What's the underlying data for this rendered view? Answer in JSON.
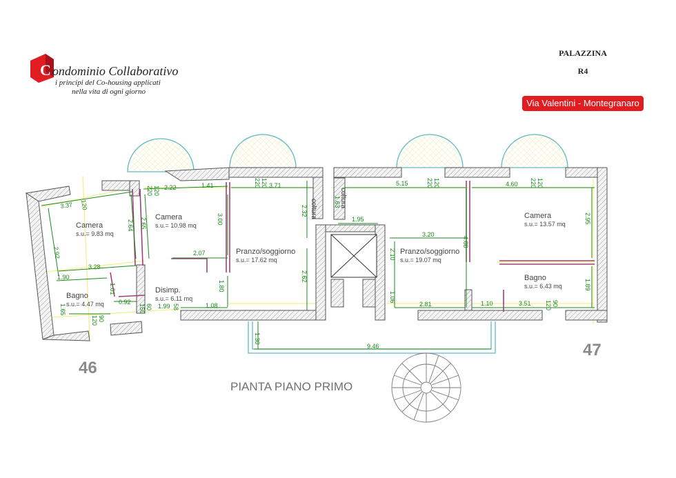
{
  "brand": {
    "logo_letter": "C",
    "title_rest": "ondominio Collaborativo",
    "tagline_1": "i principi del Co-housing applicati",
    "tagline_2": "nella vita di ogni giorno",
    "color": "#e11d22"
  },
  "building": {
    "label": "PALAZZINA",
    "code": "R4"
  },
  "address": "Via Valentini - Montegranaro",
  "plan_title": "PIANTA PIANO PRIMO",
  "unit_numbers": {
    "left": "46",
    "right": "47"
  },
  "colors": {
    "wall_fill": "#f2f2f2",
    "wall_stroke": "#555555",
    "dimension": "#1a8a1a",
    "balcony": "#5fb8c8",
    "guide": "#f2ee8a",
    "partition": "#a0407a"
  },
  "rooms": {
    "camera_left": {
      "name": "Camera",
      "area": "s.u.= 9.83 mq"
    },
    "camera_mid": {
      "name": "Camera",
      "area": "s.u.= 10.98 mq"
    },
    "bagno_left": {
      "name": "Bagno",
      "area": "s.u.= 4.47 mq"
    },
    "disimp": {
      "name": "Disimp.",
      "area": "s.u.= 6.11 mq"
    },
    "pranzo_left": {
      "name": "Pranzo/soggiorno",
      "area": "s.u.= 17.62 mq"
    },
    "pranzo_right": {
      "name": "Pranzo/soggiorno",
      "area": "s.u.= 19.07 mq"
    },
    "camera_right": {
      "name": "Camera",
      "area": "s.u.= 13.57 mq"
    },
    "bagno_right": {
      "name": "Bagno",
      "area": "s.u.= 6.43 mq"
    }
  },
  "labels": {
    "coltura_1": "coltura",
    "coltura_2": "coltura"
  },
  "dims": {
    "d_337": "3.37",
    "d_292": "2.92",
    "d_264": "2.64",
    "d_265": "2.65",
    "d_328": "3.28",
    "d_190": "1.90",
    "d_101": "1.01",
    "d_092": "0.92",
    "d_165": "1.65",
    "d_222": "2.22",
    "d_141": "1.41",
    "d_371": "3.71",
    "d_300": "3.00",
    "d_207": "2.07",
    "d_180": "1.80",
    "d_108": "1.08",
    "d_199": "1.99",
    "d_232": "2.32",
    "d_262": "2.62",
    "d_163": "1.63",
    "d_195": "1.95",
    "d_515": "5.15",
    "d_320": "3.20",
    "d_210": "2.10",
    "d_106": "1.06",
    "d_281": "2.81",
    "d_468": "4.68",
    "d_460": "4.60",
    "d_295": "2.95",
    "d_110": "1.10",
    "d_351": "3.51",
    "d_189": "1.89",
    "d_130": "1.30",
    "d_946": "9.46",
    "w_120": "120",
    "w_220": "220",
    "w_90": "90",
    "w_60": "60",
    "w_150": "150",
    "w_58": "58"
  }
}
